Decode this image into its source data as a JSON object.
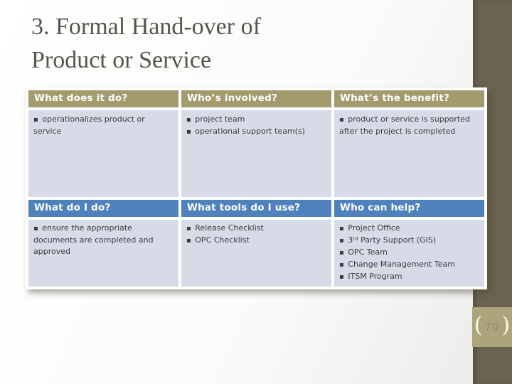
{
  "slide": {
    "title_line1": "3. Formal Hand-over of",
    "title_line2": "Product or Service",
    "page_number": "70",
    "page_frame": {
      "open": "(",
      "close": ")"
    }
  },
  "table": {
    "row1": {
      "headers": [
        "What does it do?",
        "Who’s involved?",
        "What’s the benefit?"
      ],
      "cells": [
        [
          "operationalizes product or service"
        ],
        [
          "project team",
          "operational support team(s)"
        ],
        [
          "product or service is supported after the project is completed"
        ]
      ]
    },
    "row2": {
      "headers": [
        "What do I do?",
        "What tools do I use?",
        "Who can help?"
      ],
      "cells": [
        [
          "ensure the appropriate documents are completed and approved"
        ],
        [
          "Release Checklist",
          "OPC Checklist"
        ],
        [
          "Project Office",
          "3ʳᵈ Party Support (GIS)",
          "OPC Team",
          "Change Management Team",
          "ITSM Program"
        ]
      ]
    }
  },
  "colors": {
    "header_olive": "#a39b6e",
    "header_blue": "#4f81bd",
    "cell_background": "#d6dbe7",
    "sidebar": "#6a6350",
    "page_badge": "#ada47c",
    "title_text": "#56544a"
  }
}
